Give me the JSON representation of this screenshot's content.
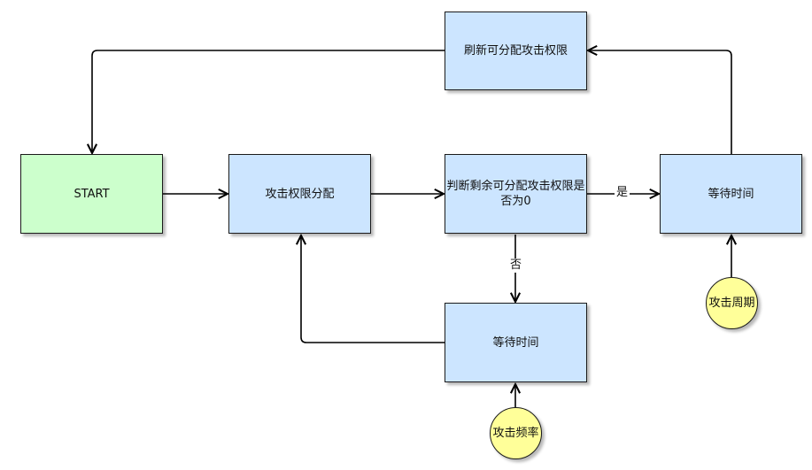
{
  "nodes": {
    "refresh": "刷新可分配攻击权限",
    "start": "START",
    "allocate": "攻击权限分配",
    "check": "判断剩余可分配攻击权限是否为0",
    "wait_right": "等待时间",
    "wait_bottom": "等待时间",
    "attack_period": "攻击周期",
    "attack_freq": "攻击频率"
  },
  "edge_labels": {
    "yes": "是",
    "no": "否"
  },
  "colors": {
    "process_fill": "#cce5ff",
    "start_fill": "#ccffcc",
    "input_fill": "#ffff99",
    "stroke": "#000000"
  }
}
